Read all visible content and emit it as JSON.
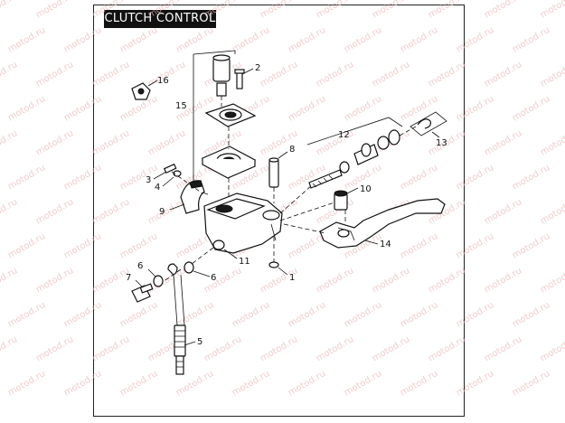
{
  "title": "CLUTCH CONTROL",
  "watermark": "motod.ru",
  "callouts": [
    "1",
    "2",
    "3",
    "4",
    "5",
    "6",
    "6",
    "7",
    "8",
    "9",
    "10",
    "11",
    "12",
    "13",
    "14",
    "15",
    "16"
  ]
}
